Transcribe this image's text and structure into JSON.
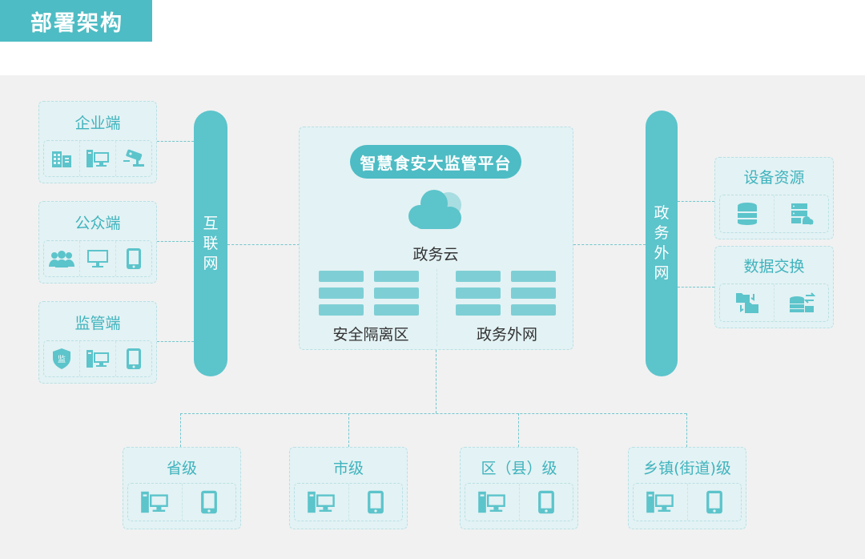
{
  "header": {
    "title": "部署架构"
  },
  "left_groups": [
    {
      "label": "企业端",
      "icons": [
        "building-icon",
        "desktop-computer-icon",
        "surveillance-camera-icon"
      ]
    },
    {
      "label": "公众端",
      "icons": [
        "people-group-icon",
        "monitor-icon",
        "tablet-icon"
      ]
    },
    {
      "label": "监管端",
      "icons": [
        "supervision-shield-icon",
        "desktop-computer-icon",
        "tablet-icon"
      ]
    }
  ],
  "supervision_shield_text": "监",
  "left_bus": {
    "lines": [
      "互",
      "联",
      "网"
    ]
  },
  "center": {
    "title": "智慧食安大监管平台",
    "cloud_label": "政务云",
    "zones": [
      {
        "label": "安全隔离区"
      },
      {
        "label": "政务外网"
      }
    ]
  },
  "right_bus": {
    "lines": [
      "政",
      "务",
      "外",
      "网"
    ]
  },
  "right_groups": [
    {
      "label": "设备资源",
      "icons": [
        "database-icon",
        "server-cloud-icon"
      ]
    },
    {
      "label": "数据交换",
      "icons": [
        "folder-exchange-icon",
        "data-transfer-icon"
      ]
    }
  ],
  "bottom_groups": [
    {
      "label": "省级",
      "icons": [
        "desktop-computer-icon",
        "tablet-icon"
      ]
    },
    {
      "label": "市级",
      "icons": [
        "desktop-computer-icon",
        "tablet-icon"
      ]
    },
    {
      "label": "区（县）级",
      "icons": [
        "desktop-computer-icon",
        "tablet-icon"
      ]
    },
    {
      "label": "乡镇(街道)级",
      "icons": [
        "desktop-computer-icon",
        "tablet-icon"
      ]
    }
  ],
  "colors": {
    "accent": "#4dbcc4",
    "panel": "#e3f2f4",
    "icon": "#5cc4cb",
    "background": "#f1f1f1"
  }
}
